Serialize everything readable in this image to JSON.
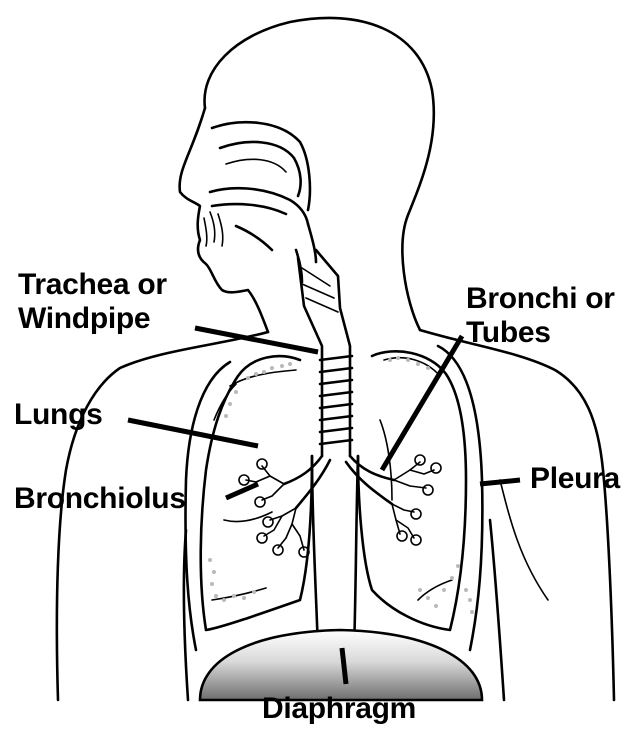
{
  "labels": {
    "trachea_line1": "Trachea or",
    "trachea_line2": "Windpipe",
    "bronchi_line1": "Bronchi or",
    "bronchi_line2": "Tubes",
    "lungs": "Lungs",
    "bronchiolus": "Bronchiolus",
    "pleura": "Pleura",
    "diaphragm": "Diaphragm"
  },
  "colors": {
    "line": "#000000",
    "background": "#ffffff",
    "shading": "#b9b9b9",
    "diaphragm_top": "#ffffff",
    "diaphragm_bottom": "#6e6e6e"
  }
}
